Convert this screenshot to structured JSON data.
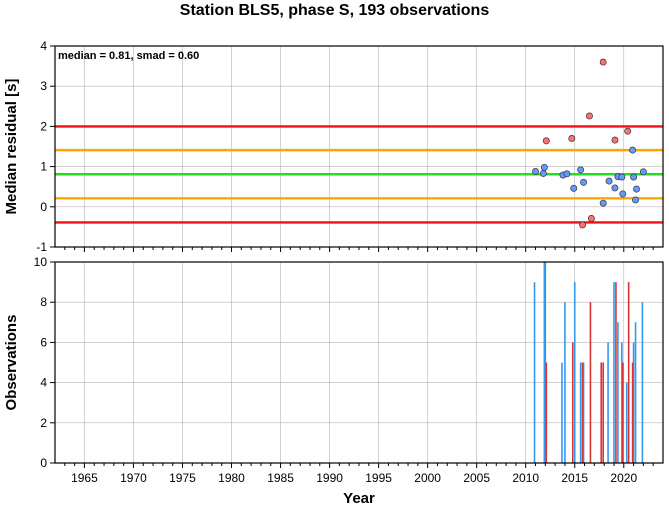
{
  "title": "Station BLS5, phase S, 193 observations",
  "chart_data": [
    {
      "type": "scatter",
      "ylabel": "Median residual [s]",
      "annotation": "median = 0.81, smad = 0.60",
      "xlim": [
        1962,
        2024
      ],
      "ylim": [
        -1,
        4
      ],
      "yticks": [
        -1,
        0,
        1,
        2,
        3,
        4
      ],
      "grid": true,
      "reference_lines": [
        {
          "y": 2.0,
          "color": "#ee1111"
        },
        {
          "y": 1.41,
          "color": "#ffa500"
        },
        {
          "y": 0.81,
          "color": "#22dd22"
        },
        {
          "y": 0.21,
          "color": "#ffa500"
        },
        {
          "y": -0.39,
          "color": "#ee1111"
        }
      ],
      "series": [
        {
          "color": "#6699ff",
          "points": [
            {
              "x": 2011.0,
              "y": 0.88
            },
            {
              "x": 2011.8,
              "y": 0.83
            },
            {
              "x": 2011.9,
              "y": 0.98
            },
            {
              "x": 2013.8,
              "y": 0.79
            },
            {
              "x": 2014.2,
              "y": 0.82
            },
            {
              "x": 2014.9,
              "y": 0.46
            },
            {
              "x": 2015.6,
              "y": 0.92
            },
            {
              "x": 2015.9,
              "y": 0.61
            },
            {
              "x": 2017.9,
              "y": 0.09
            },
            {
              "x": 2018.5,
              "y": 0.64
            },
            {
              "x": 2019.1,
              "y": 0.47
            },
            {
              "x": 2019.4,
              "y": 0.75
            },
            {
              "x": 2019.8,
              "y": 0.74
            },
            {
              "x": 2019.9,
              "y": 0.32
            },
            {
              "x": 2020.9,
              "y": 1.41
            },
            {
              "x": 2021.0,
              "y": 0.74
            },
            {
              "x": 2021.2,
              "y": 0.17
            },
            {
              "x": 2021.3,
              "y": 0.44
            },
            {
              "x": 2022.0,
              "y": 0.87
            }
          ]
        },
        {
          "color": "#ff7070",
          "points": [
            {
              "x": 2012.1,
              "y": 1.64
            },
            {
              "x": 2014.7,
              "y": 1.7
            },
            {
              "x": 2015.8,
              "y": -0.45
            },
            {
              "x": 2016.5,
              "y": 2.26
            },
            {
              "x": 2016.7,
              "y": -0.29
            },
            {
              "x": 2017.9,
              "y": 3.6
            },
            {
              "x": 2019.1,
              "y": 1.66
            },
            {
              "x": 2020.4,
              "y": 1.88
            }
          ]
        }
      ]
    },
    {
      "type": "bar",
      "xlabel": "Year",
      "ylabel": "Observations",
      "xlim": [
        1962,
        2024
      ],
      "ylim": [
        0,
        10
      ],
      "yticks": [
        0,
        2,
        4,
        6,
        8,
        10
      ],
      "xticks": [
        1965,
        1970,
        1975,
        1980,
        1985,
        1990,
        1995,
        2000,
        2005,
        2010,
        2015,
        2020
      ],
      "grid": true,
      "series": [
        {
          "color": "#3399ee",
          "bars": [
            {
              "x": 2010.9,
              "value": 9
            },
            {
              "x": 2011.9,
              "value": 10
            },
            {
              "x": 2012.0,
              "value": 10
            },
            {
              "x": 2013.7,
              "value": 5
            },
            {
              "x": 2014.0,
              "value": 8
            },
            {
              "x": 2015.0,
              "value": 9
            },
            {
              "x": 2015.6,
              "value": 5
            },
            {
              "x": 2015.9,
              "value": 5
            },
            {
              "x": 2018.4,
              "value": 6
            },
            {
              "x": 2019.0,
              "value": 9
            },
            {
              "x": 2019.4,
              "value": 7
            },
            {
              "x": 2019.8,
              "value": 6
            },
            {
              "x": 2020.3,
              "value": 4
            },
            {
              "x": 2021.0,
              "value": 6
            },
            {
              "x": 2021.2,
              "value": 7
            },
            {
              "x": 2021.9,
              "value": 8
            }
          ]
        },
        {
          "color": "#dd3333",
          "bars": [
            {
              "x": 2012.1,
              "value": 5
            },
            {
              "x": 2014.8,
              "value": 6
            },
            {
              "x": 2015.8,
              "value": 5
            },
            {
              "x": 2016.6,
              "value": 8
            },
            {
              "x": 2017.7,
              "value": 5
            },
            {
              "x": 2017.9,
              "value": 5
            },
            {
              "x": 2019.2,
              "value": 9
            },
            {
              "x": 2019.9,
              "value": 5
            },
            {
              "x": 2020.5,
              "value": 9
            },
            {
              "x": 2020.9,
              "value": 5
            }
          ]
        }
      ]
    }
  ]
}
